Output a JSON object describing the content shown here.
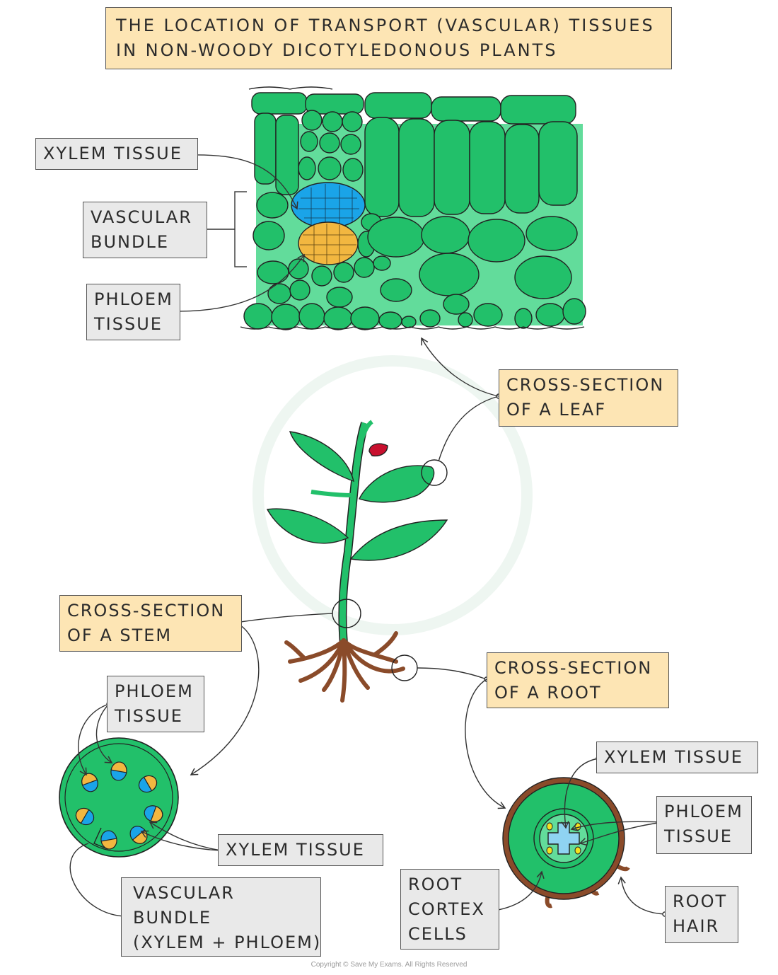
{
  "title": {
    "line1": "THE LOCATION OF TRANSPORT (VASCULAR) TISSUES",
    "line2": "IN NON-WOODY DICOTYLEDONOUS PLANTS"
  },
  "leaf_labels": {
    "xylem": "XYLEM TISSUE",
    "vascular_line1": "VASCULAR",
    "vascular_line2": "BUNDLE",
    "phloem_line1": "PHLOEM",
    "phloem_line2": "TISSUE"
  },
  "section_labels": {
    "leaf_line1": "CROSS-SECTION",
    "leaf_line2": "OF A LEAF",
    "stem_line1": "CROSS-SECTION",
    "stem_line2": "OF A STEM",
    "root_line1": "CROSS-SECTION",
    "root_line2": "OF A ROOT"
  },
  "stem_labels": {
    "phloem_line1": "PHLOEM",
    "phloem_line2": "TISSUE",
    "xylem": "XYLEM TISSUE",
    "vascular_line1": "VASCULAR",
    "vascular_line2": "BUNDLE",
    "vascular_line3": "(XYLEM + PHLOEM)"
  },
  "root_labels": {
    "xylem": "XYLEM TISSUE",
    "phloem_line1": "PHLOEM",
    "phloem_line2": "TISSUE",
    "cortex_line1": "ROOT",
    "cortex_line2": "CORTEX",
    "cortex_line3": "CELLS",
    "hair_line1": "ROOT",
    "hair_line2": "HAIR"
  },
  "copyright": "Copyright © Save My Exams. All Rights Reserved",
  "colors": {
    "cell_green": "#22c06a",
    "tissue_light_green": "#62dc9b",
    "xylem_blue": "#1aa4e8",
    "phloem_yellow": "#f2b740",
    "root_brown": "#8a4b2a",
    "flower_red": "#c8102e",
    "label_grey": "#e9e9e9",
    "label_peach": "#fde5b4"
  }
}
